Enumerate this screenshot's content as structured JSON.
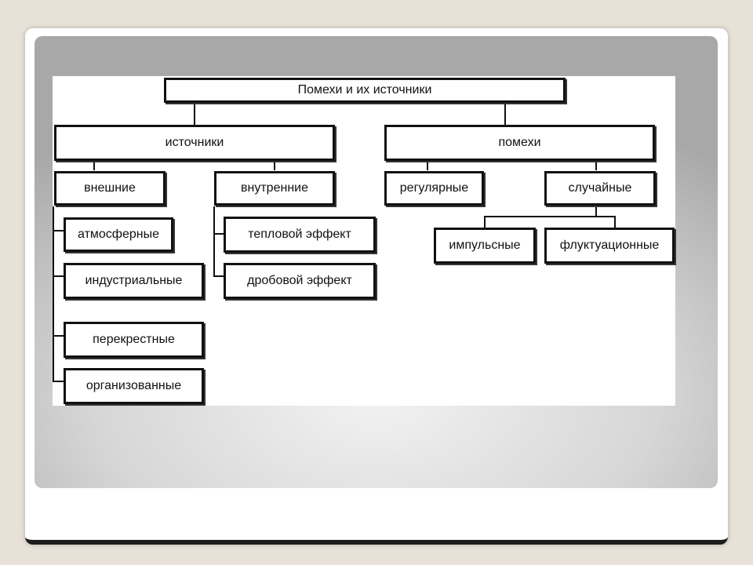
{
  "diagram": {
    "root": "Помехи  и  их  источники",
    "sources": {
      "label": "источники",
      "external": {
        "label": "внешние",
        "items": [
          "атмосферные",
          "индустриальные",
          "перекрестные",
          "организованные"
        ]
      },
      "internal": {
        "label": "внутренние",
        "items": [
          "тепловой  эффект",
          "дробовой  эффект"
        ]
      }
    },
    "interference": {
      "label": "помехи",
      "regular": "регулярные",
      "random": {
        "label": "случайные",
        "items": [
          "импульсные",
          "флуктуационные"
        ]
      }
    }
  }
}
